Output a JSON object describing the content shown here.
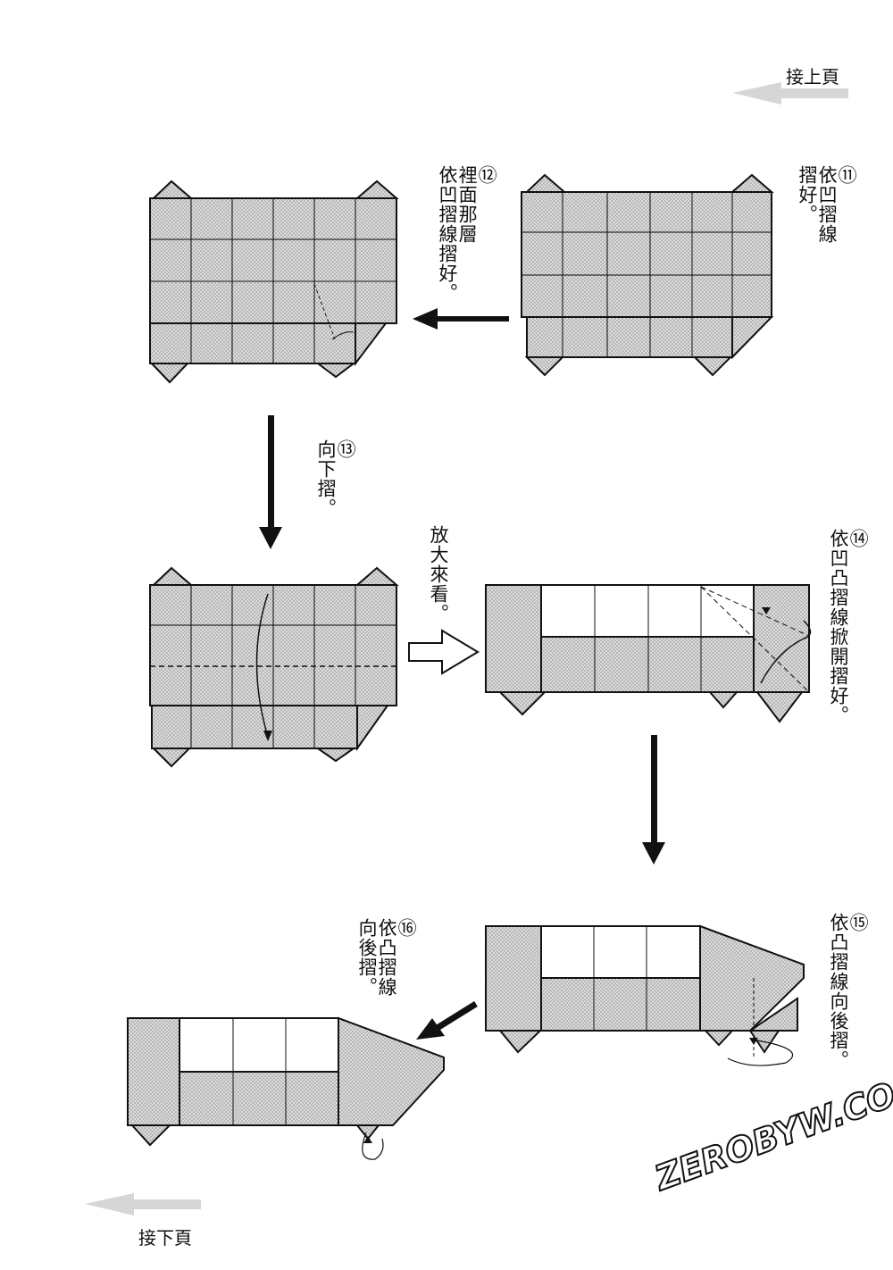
{
  "nav": {
    "prev_label": "接上頁",
    "next_label": "接下頁"
  },
  "steps": [
    {
      "num": "⑪",
      "lines": [
        "依凹摺線",
        "摺好。"
      ]
    },
    {
      "num": "⑫",
      "lines": [
        "裡面那層",
        "依凹摺線摺好。"
      ]
    },
    {
      "num": "⑬",
      "lines": [
        "向下摺。"
      ]
    },
    {
      "num": "⑭",
      "lines": [
        "依凹凸摺線掀開摺好。"
      ]
    },
    {
      "num": "⑮",
      "lines": [
        "依凸摺線向後摺。"
      ]
    },
    {
      "num": "⑯",
      "lines": [
        "依凸摺線",
        "向後摺。"
      ]
    }
  ],
  "zoom_label": "放大來看。",
  "watermark": "ZEROBYW.COM",
  "colors": {
    "paper_fill": "#cfcfcf",
    "line": "#111111",
    "nav_arrow": "#d6d6d6"
  }
}
